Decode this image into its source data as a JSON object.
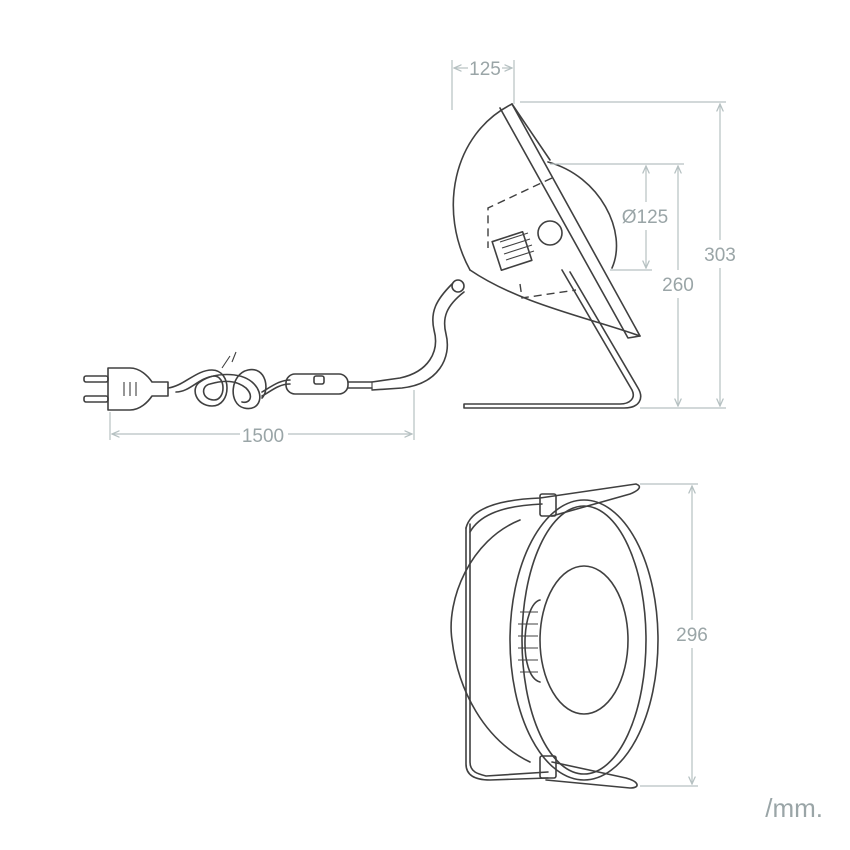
{
  "dimensions": {
    "shade_depth": "125",
    "shade_diameter": "Ø125",
    "total_height": "303",
    "body_height": "260",
    "cable_length": "1500",
    "front_height": "296"
  },
  "units": "/mm."
}
